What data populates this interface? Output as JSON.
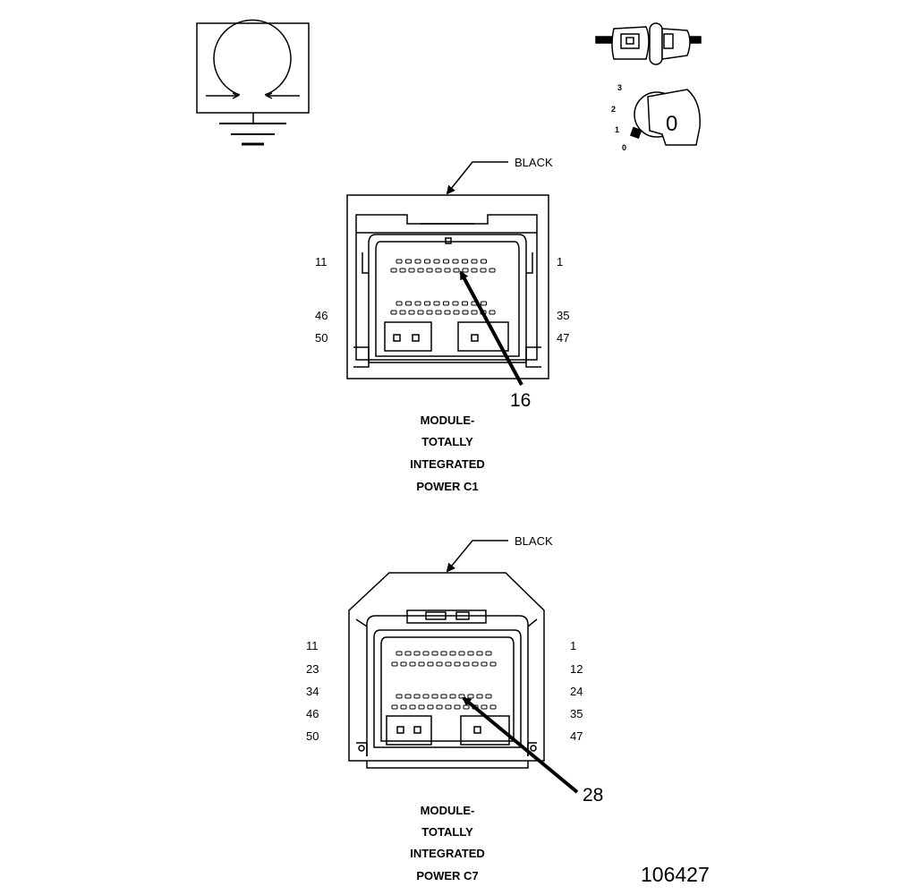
{
  "figure_number": "106427",
  "icons": {
    "ground_symbol": "ground-meter-icon",
    "ignition_switch": "ignition-key-icon",
    "key_positions": [
      "3",
      "2",
      "1",
      "0"
    ],
    "key_label": "0"
  },
  "connectors": [
    {
      "id": "c1",
      "color_label": "BLACK",
      "pin_labels": {
        "left": [
          "11",
          "46",
          "50"
        ],
        "right": [
          "1",
          "35",
          "47"
        ]
      },
      "callout_number": "16",
      "title_lines": [
        "MODULE-",
        "TOTALLY",
        "INTEGRATED",
        "POWER C1"
      ]
    },
    {
      "id": "c7",
      "color_label": "BLACK",
      "pin_labels": {
        "left": [
          "11",
          "23",
          "34",
          "46",
          "50"
        ],
        "right": [
          "1",
          "12",
          "24",
          "35",
          "47"
        ]
      },
      "callout_number": "28",
      "title_lines": [
        "MODULE-",
        "TOTALLY",
        "INTEGRATED",
        "POWER C7"
      ]
    }
  ]
}
